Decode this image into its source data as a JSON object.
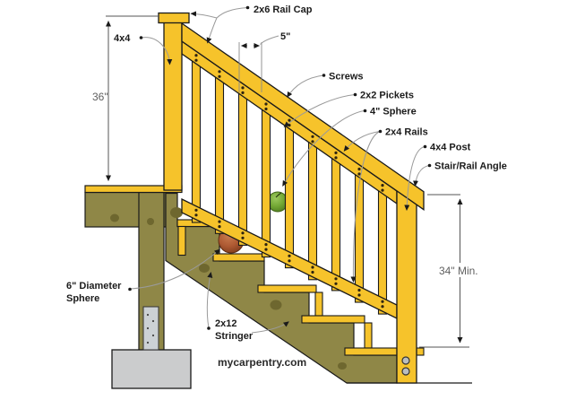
{
  "diagram": {
    "watermark": "mycarpentry.com",
    "labels": {
      "rail_cap": "2x6 Rail Cap",
      "post_size": "4x4",
      "rail_height": "36\"",
      "picket_spacing": "5\"",
      "screws": "Screws",
      "pickets": "2x2 Pickets",
      "sphere_small": "4\" Sphere",
      "rails": "2x4 Rails",
      "post_bottom": "4x4 Post",
      "stair_rail_angle": "Stair/Rail Angle",
      "stair_rail_height": "34\" Min.",
      "sphere_large_line1": "6\" Diameter",
      "sphere_large_line2": "Sphere",
      "stringer_line1": "2x12",
      "stringer_line2": "Stringer"
    },
    "colors": {
      "lumber_yellow": "#F6C32B",
      "treated_wood_olive": "#8F8747",
      "wood_knot": "#6E672F",
      "concrete_gray": "#CBCCCD",
      "hardware_gray": "#CCD1D5",
      "bolt_gray": "#B9BDC0",
      "sphere_green": "#72A734",
      "sphere_orange": "#AE5A33",
      "screw_dark": "#2E2410",
      "outline_black": "#1A1A1A",
      "leader_gray": "#9A9A9A",
      "dimension_gray": "#5F5F5F",
      "label_text": "#1B1B1B",
      "background": "#FFFFFF"
    }
  }
}
